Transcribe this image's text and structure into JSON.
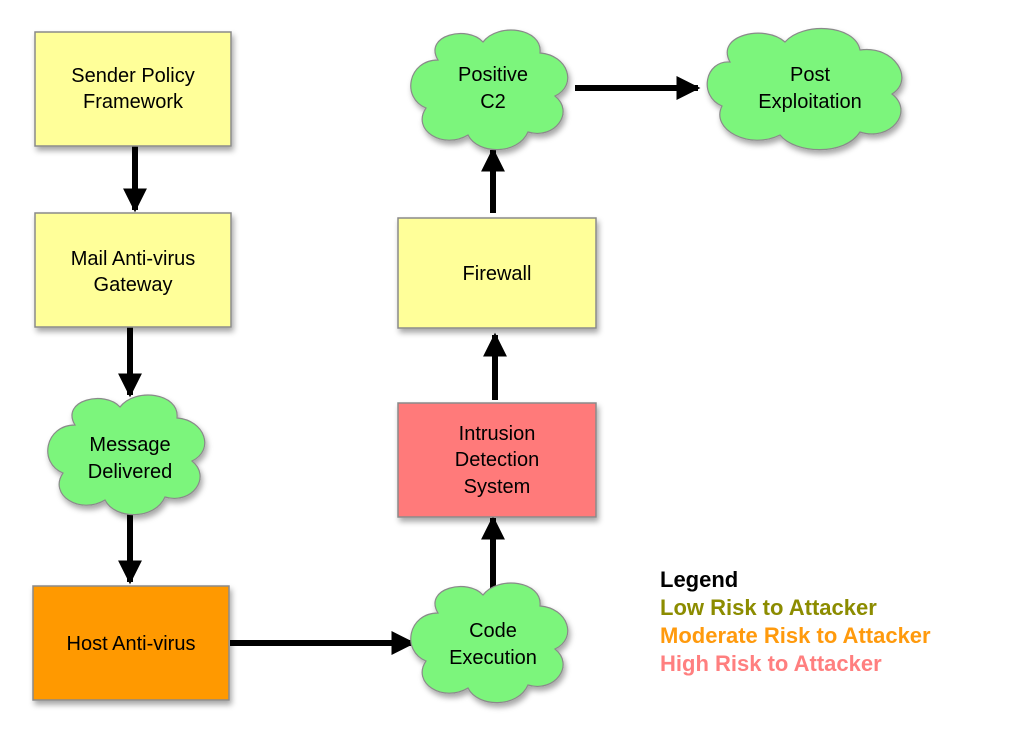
{
  "colors": {
    "low": "#ffff99",
    "moderate": "#ff9900",
    "high": "#ff7a7a",
    "cloud": "#7cf57c",
    "legend_title": "#000000",
    "legend_low": "#8c8c00",
    "legend_moderate": "#ff9a0d",
    "legend_high": "#ff7f7f"
  },
  "nodes": {
    "spf": {
      "line1": "Sender Policy",
      "line2": "Framework",
      "risk": "low"
    },
    "mail_av": {
      "line1": "Mail Anti-virus",
      "line2": "Gateway",
      "risk": "low"
    },
    "message_delivered": {
      "line1": "Message",
      "line2": "Delivered"
    },
    "host_av": {
      "line1": "Host Anti-virus",
      "risk": "moderate"
    },
    "code_execution": {
      "line1": "Code",
      "line2": "Execution"
    },
    "ids": {
      "line1": "Intrusion",
      "line2": "Detection",
      "line3": "System",
      "risk": "high"
    },
    "firewall": {
      "line1": "Firewall",
      "risk": "low"
    },
    "positive_c2": {
      "line1": "Positive",
      "line2": "C2"
    },
    "post_exploitation": {
      "line1": "Post",
      "line2": "Exploitation"
    }
  },
  "legend": {
    "title": "Legend",
    "low": "Low Risk to Attacker",
    "moderate": "Moderate Risk to Attacker",
    "high": "High Risk to Attacker"
  }
}
